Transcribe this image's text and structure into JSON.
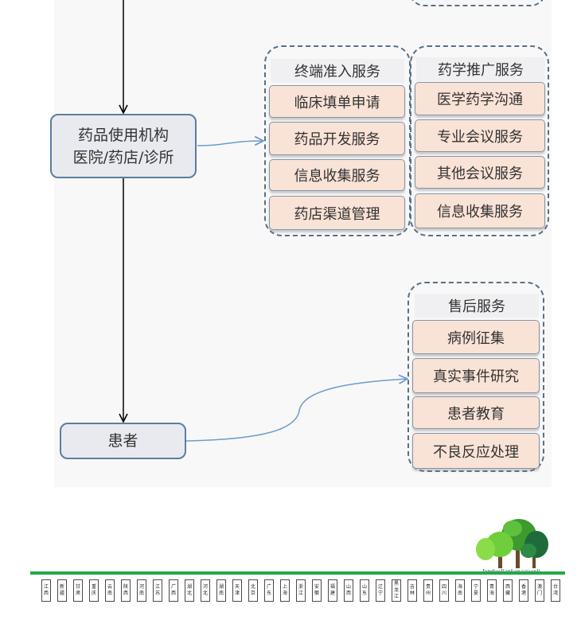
{
  "diagram": {
    "nodes": {
      "institution": [
        "药品使用机构",
        "医院/药店/诊所"
      ],
      "patient": "患者"
    },
    "groups": {
      "terminal": {
        "title": "终端准入服务",
        "items": [
          "临床填单申请",
          "药品开发服务",
          "信息收集服务",
          "药店渠道管理"
        ]
      },
      "promotion": {
        "title": "药学推广服务",
        "items": [
          "医学药学沟通",
          "专业会议服务",
          "其他会议服务",
          "信息收集服务"
        ]
      },
      "aftersales": {
        "title": "售后服务",
        "items": [
          "病例征集",
          "真实事件研究",
          "患者教育",
          "不良反应处理"
        ]
      }
    },
    "colors": {
      "node_fill": "#e9eaef",
      "node_border": "#5b7da3",
      "item_fill": "#f9e2d6",
      "group_border": "#5b6f86",
      "curve_arrow": "#6a9ccf",
      "down_arrow": "#000000"
    }
  },
  "footer": {
    "logo_text": "JunduoJiankangquanli",
    "bar_color": "#21a94a",
    "provinces": [
      "江西",
      "新疆",
      "甘肃",
      "重庆",
      "云南",
      "陕西",
      "河南",
      "江苏",
      "广西",
      "湖北",
      "河北",
      "湖南",
      "天津",
      "北京",
      "广东",
      "上海",
      "浙江",
      "安徽",
      "福建",
      "山西",
      "山东",
      "辽宁",
      "黑龙江",
      "吉林",
      "贵州",
      "四川",
      "海南",
      "宁夏",
      "青海",
      "西藏",
      "香港",
      "澳门",
      "台湾"
    ]
  }
}
